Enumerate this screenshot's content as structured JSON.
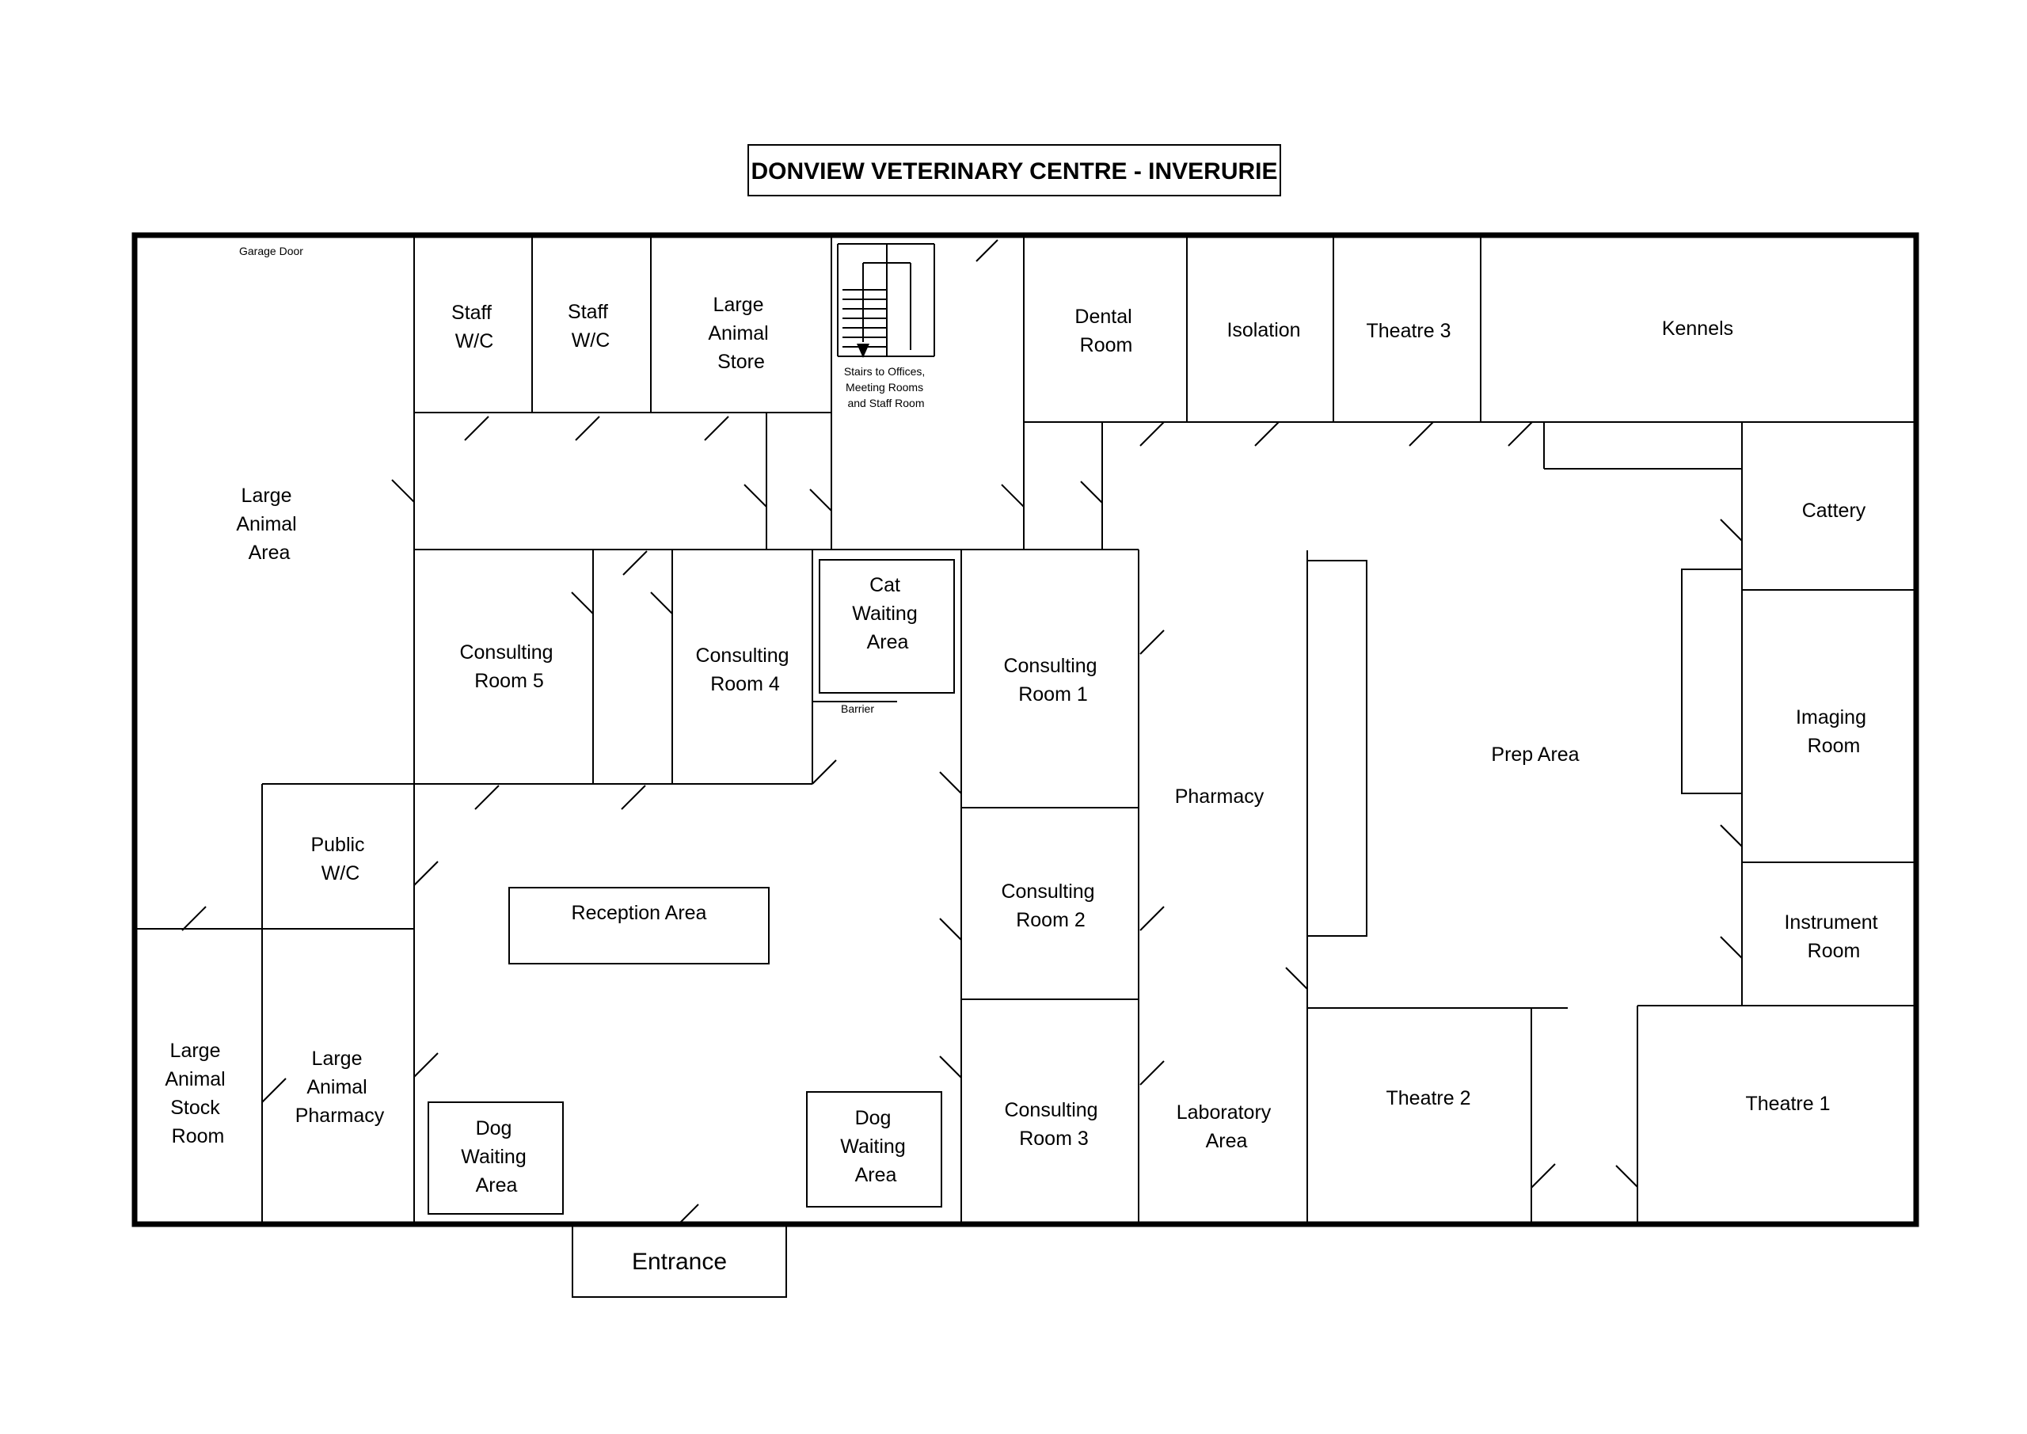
{
  "title": "DONVIEW VETERINARY CENTRE - INVERURIE",
  "entrance": "Entrance",
  "notes": {
    "garage_door": "Garage Door",
    "stairs": [
      "Stairs to Offices,",
      "Meeting Rooms",
      "and Staff Room"
    ],
    "barrier": "Barrier"
  },
  "rooms": {
    "large_animal_area": [
      "Large",
      "Animal",
      "Area"
    ],
    "staff_wc_1": [
      "Staff",
      "W/C"
    ],
    "staff_wc_2": [
      "Staff",
      "W/C"
    ],
    "large_animal_store": [
      "Large",
      "Animal",
      "Store"
    ],
    "dental_room": [
      "Dental",
      "Room"
    ],
    "isolation": [
      "Isolation"
    ],
    "theatre_3": [
      "Theatre 3"
    ],
    "kennels": [
      "Kennels"
    ],
    "cattery": [
      "Cattery"
    ],
    "consulting_room_5": [
      "Consulting",
      "Room 5"
    ],
    "consulting_room_4": [
      "Consulting",
      "Room 4"
    ],
    "cat_waiting_area": [
      "Cat",
      "Waiting",
      "Area"
    ],
    "consulting_room_1": [
      "Consulting",
      "Room 1"
    ],
    "consulting_room_2": [
      "Consulting",
      "Room 2"
    ],
    "consulting_room_3": [
      "Consulting",
      "Room 3"
    ],
    "pharmacy": [
      "Pharmacy"
    ],
    "prep_area": [
      "Prep Area"
    ],
    "imaging_room": [
      "Imaging",
      "Room"
    ],
    "instrument_room": [
      "Instrument",
      "Room"
    ],
    "public_wc": [
      "Public",
      "W/C"
    ],
    "reception_area": [
      "Reception Area"
    ],
    "large_animal_stock_room": [
      "Large",
      "Animal",
      "Stock",
      "Room"
    ],
    "large_animal_pharmacy": [
      "Large",
      "Animal",
      "Pharmacy"
    ],
    "dog_waiting_area_left": [
      "Dog",
      "Waiting",
      "Area"
    ],
    "dog_waiting_area_right": [
      "Dog",
      "Waiting",
      "Area"
    ],
    "laboratory_area": [
      "Laboratory",
      "Area"
    ],
    "theatre_2": [
      "Theatre 2"
    ],
    "theatre_1": [
      "Theatre 1"
    ]
  }
}
